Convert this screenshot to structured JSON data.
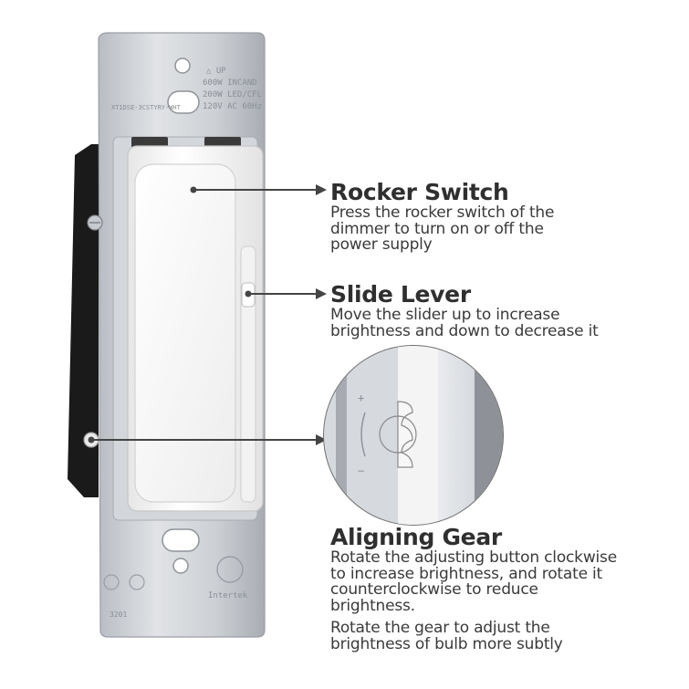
{
  "plate_print": {
    "up": "△ UP",
    "rating_1": "600W INCAND",
    "rating_2": "200W LED/CFL",
    "rating_3": "120V AC 60Hz",
    "model": "XT1DSE-3CSTYRY-WHT",
    "lab": "Intertek",
    "code": "3201"
  },
  "callouts": {
    "rocker": {
      "title": "Rocker Switch",
      "lines": [
        "Press the rocker switch of the",
        "dimmer to turn on or off the",
        "power supply"
      ]
    },
    "slide": {
      "title": "Slide Lever",
      "lines": [
        "Move the slider up to increase",
        "brightness and down to decrease it"
      ]
    },
    "gear": {
      "title": "Aligning Gear",
      "lines": [
        "Rotate the adjusting button clockwise",
        "to increase brightness, and rotate it",
        "counterclockwise to reduce",
        "brightness."
      ],
      "lines_2": [
        "Rotate the gear to adjust the",
        "brightness of bulb more subtly"
      ]
    }
  },
  "colors": {
    "leader": "#444444",
    "switch_white": "#f7f7f7",
    "plate_silver": "#c9ccd1",
    "body_black": "#1a1a1a"
  },
  "icons": [
    "rocker-switch-icon",
    "slide-lever-icon",
    "aligning-gear-icon"
  ]
}
